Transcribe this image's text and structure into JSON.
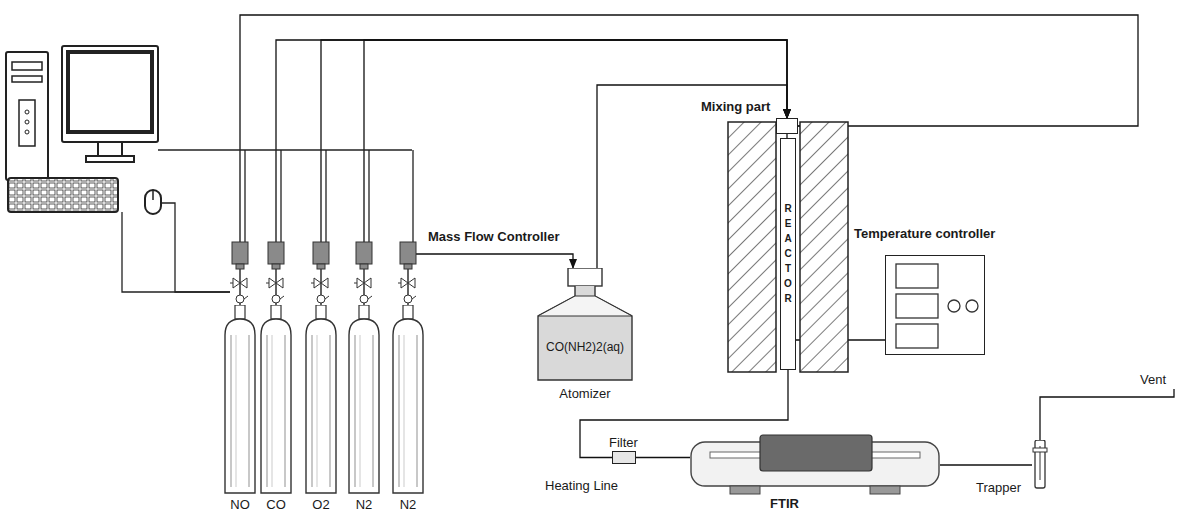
{
  "diagram": {
    "nodes": [
      {
        "text": [
          "NO"
        ]
      },
      {
        "text": [
          "CO"
        ]
      },
      {
        "text": [
          "O2"
        ]
      },
      {
        "text": [
          "N2"
        ]
      },
      {
        "text": [
          "N2"
        ]
      },
      {
        "text": [
          "CO(NH2)2(aq)",
          "Atomizer"
        ]
      },
      {
        "text": [
          "Mixing part"
        ]
      },
      {
        "text": [
          "REACTOR"
        ]
      },
      {
        "text": [
          "Temperature controller"
        ]
      },
      {
        "text": [
          "Filter"
        ]
      },
      {
        "text": [
          "FTIR"
        ]
      },
      {
        "text": [
          "Trapper"
        ]
      }
    ],
    "edges": [
      {
        "from": 0,
        "to": 6,
        "arrow": "to"
      },
      {
        "from": 1,
        "to": 6,
        "arrow": "to"
      },
      {
        "from": 2,
        "to": 6,
        "arrow": "to"
      },
      {
        "from": 3,
        "to": 6,
        "arrow": "to"
      },
      {
        "from": 4,
        "to": 5,
        "arrow": "to"
      },
      {
        "from": 5,
        "to": 6,
        "arrow": "to"
      },
      {
        "from": 6,
        "to": 7,
        "arrow": "none"
      },
      {
        "from": 7,
        "to": 9,
        "arrow": "none"
      },
      {
        "from": 8,
        "to": 7,
        "arrow": "none"
      },
      {
        "from": 9,
        "to": 10,
        "arrow": "none"
      },
      {
        "from": 10,
        "to": 11,
        "arrow": "none"
      }
    ],
    "labels": [
      "Mass Flow Controller",
      "Heating Line",
      "Vent"
    ]
  }
}
